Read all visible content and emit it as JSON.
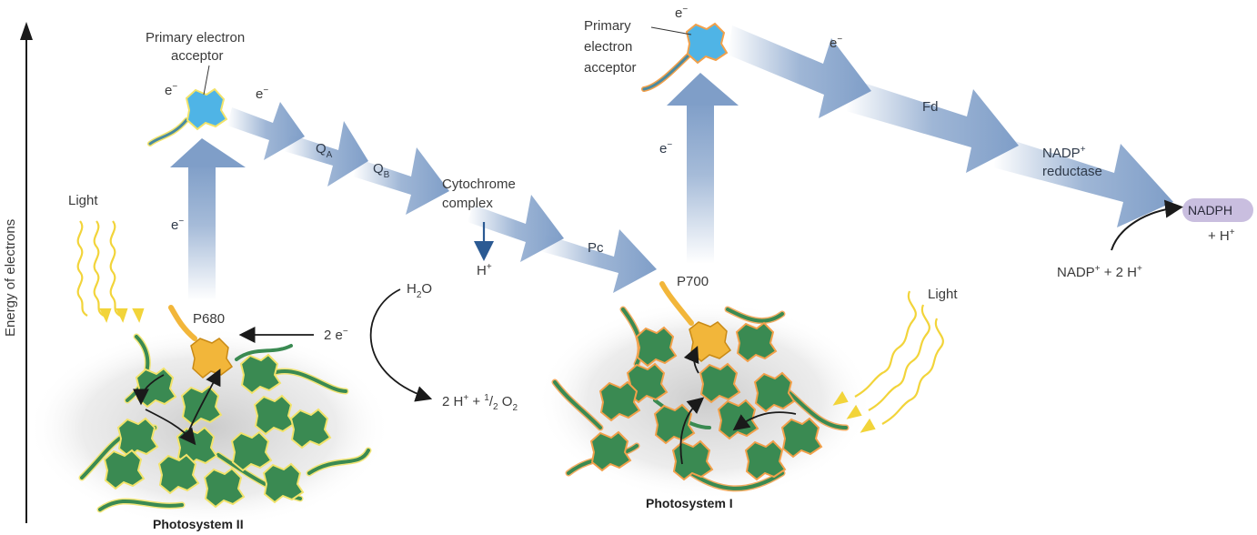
{
  "axis": {
    "label": "Energy of electrons"
  },
  "photosystem_ii": {
    "title": "Photosystem II",
    "reaction_center": "P680",
    "light_label": "Light",
    "primary_acceptor_label": [
      "Primary electron",
      "acceptor"
    ],
    "electron_at_acceptor": "e",
    "electron_up_arrow": "e",
    "electron_out": "e"
  },
  "photosystem_i": {
    "title": "Photosystem I",
    "reaction_center": "P700",
    "light_label": "Light",
    "primary_acceptor_label": [
      "Primary",
      "electron",
      "acceptor"
    ],
    "electron_at_acceptor": "e",
    "electron_up_arrow": "e",
    "electron_out": "e"
  },
  "carriers": {
    "qa": "Q",
    "qa_sub": "A",
    "qb": "Q",
    "qb_sub": "B",
    "cytochrome": [
      "Cytochrome",
      "complex"
    ],
    "pc": "Pc",
    "fd": "Fd",
    "nadp_reductase_1": "NADP",
    "nadp_reductase_2": "reductase"
  },
  "proton": {
    "symbol": "H"
  },
  "water_split": {
    "water": "H",
    "water_sub": "2",
    "water_tail": "O",
    "electrons": "2 e",
    "products_a": "2 H",
    "products_b": " + ",
    "products_half_num": "1",
    "products_half_den": "2",
    "products_o": " O",
    "products_o_sub": "2"
  },
  "nadph": {
    "product": "NADPH",
    "plus_h": "+ H",
    "reactant_a": "NADP",
    "reactant_b": " + 2 H"
  },
  "colors": {
    "arrow": "#7f9ec8",
    "pigment_green": "#3a8a52",
    "reaction_center": "#f2b63a",
    "acceptor": "#4fb4e6",
    "light": "#f2d43a",
    "nadph_pill": "#c9bedf"
  }
}
